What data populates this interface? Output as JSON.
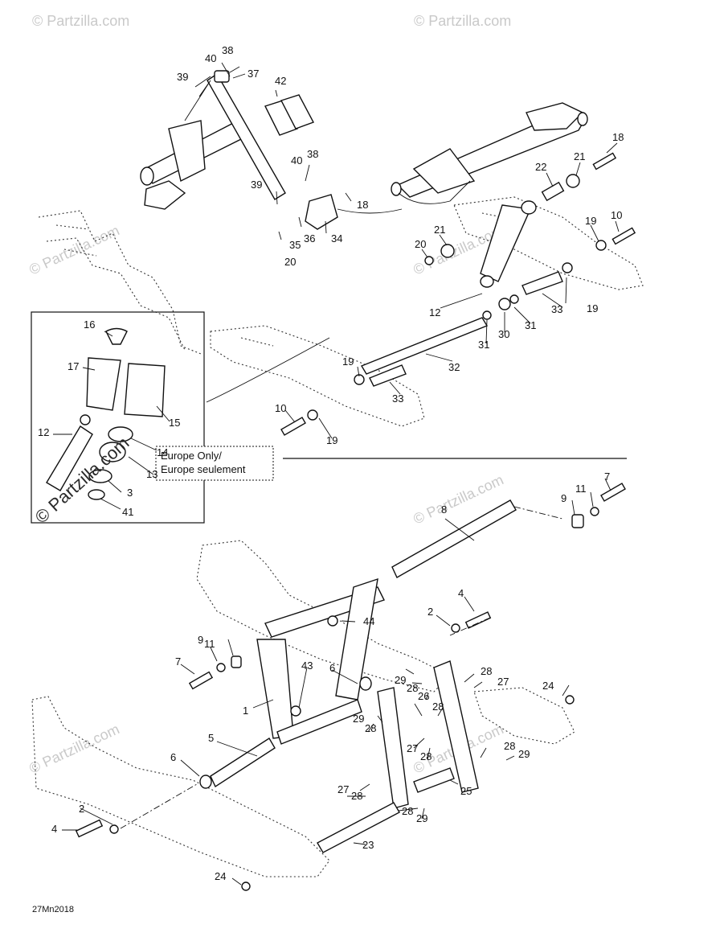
{
  "watermark": {
    "text": "© Partzilla.com"
  },
  "inset_note": {
    "line1": "Europe Only/",
    "line2": "Europe seulement"
  },
  "figure_code": "27Mn2018",
  "callouts": {
    "n1": "1",
    "n2": "2",
    "n3": "3",
    "n4": "4",
    "n5": "5",
    "n6": "6",
    "n7": "7",
    "n8": "8",
    "n9": "9",
    "n10": "10",
    "n11": "11",
    "n12": "12",
    "n13": "13",
    "n14": "14",
    "n15": "15",
    "n16": "16",
    "n17": "17",
    "n18": "18",
    "n19": "19",
    "n20": "20",
    "n21": "21",
    "n22": "22",
    "n23": "23",
    "n24": "24",
    "n25": "25",
    "n26": "26",
    "n27": "27",
    "n28": "28",
    "n29": "29",
    "n30": "30",
    "n31": "31",
    "n32": "32",
    "n33": "33",
    "n34": "34",
    "n35": "35",
    "n36": "36",
    "n37": "37",
    "n38": "38",
    "n39": "39",
    "n40": "40",
    "n41": "41",
    "n42": "42",
    "n43": "43",
    "n44": "44"
  }
}
